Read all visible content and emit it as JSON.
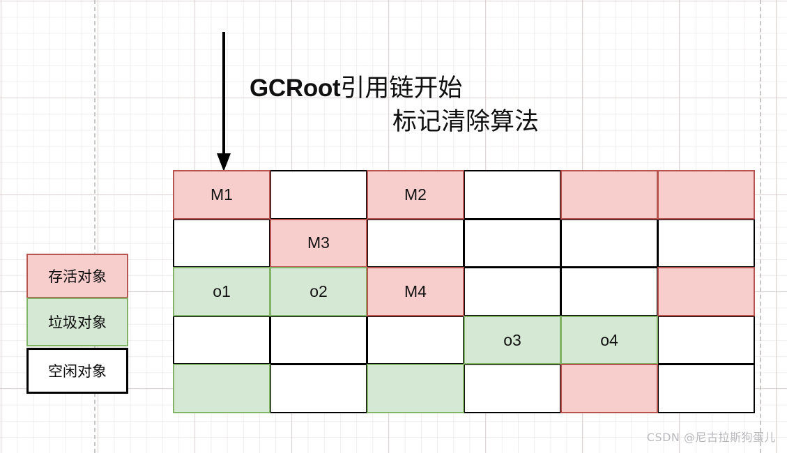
{
  "title": {
    "line1_latin": "GCRoot",
    "line1_han": "引用链开始",
    "line2": "标记清除算法"
  },
  "arrow": {
    "name": "gcroot-entry-arrow",
    "color": "#000000",
    "direction": "down"
  },
  "legend": {
    "items": [
      {
        "label": "存活对象",
        "kind": "live",
        "fill": "#f8cecc",
        "stroke": "#b85450"
      },
      {
        "label": "垃圾对象",
        "kind": "garbage",
        "fill": "#d5e8d4",
        "stroke": "#82b366"
      },
      {
        "label": "空闲对象",
        "kind": "free",
        "fill": "#ffffff",
        "stroke": "#000000"
      }
    ]
  },
  "heap": {
    "columns": 6,
    "rows": 5,
    "cells": [
      {
        "r": 1,
        "c": 1,
        "label": "M1",
        "kind": "live"
      },
      {
        "r": 1,
        "c": 2,
        "label": "",
        "kind": "free"
      },
      {
        "r": 1,
        "c": 3,
        "label": "M2",
        "kind": "live"
      },
      {
        "r": 1,
        "c": 4,
        "label": "",
        "kind": "free"
      },
      {
        "r": 1,
        "c": 5,
        "label": "",
        "kind": "live"
      },
      {
        "r": 1,
        "c": 6,
        "label": "",
        "kind": "live"
      },
      {
        "r": 2,
        "c": 1,
        "label": "",
        "kind": "free"
      },
      {
        "r": 2,
        "c": 2,
        "label": "M3",
        "kind": "live"
      },
      {
        "r": 2,
        "c": 3,
        "label": "",
        "kind": "free"
      },
      {
        "r": 2,
        "c": 4,
        "label": "",
        "kind": "free"
      },
      {
        "r": 2,
        "c": 5,
        "label": "",
        "kind": "free"
      },
      {
        "r": 2,
        "c": 6,
        "label": "",
        "kind": "free"
      },
      {
        "r": 3,
        "c": 1,
        "label": "o1",
        "kind": "garbage"
      },
      {
        "r": 3,
        "c": 2,
        "label": "o2",
        "kind": "garbage"
      },
      {
        "r": 3,
        "c": 3,
        "label": "M4",
        "kind": "live"
      },
      {
        "r": 3,
        "c": 4,
        "label": "",
        "kind": "free"
      },
      {
        "r": 3,
        "c": 5,
        "label": "",
        "kind": "free"
      },
      {
        "r": 3,
        "c": 6,
        "label": "",
        "kind": "live"
      },
      {
        "r": 4,
        "c": 1,
        "label": "",
        "kind": "free"
      },
      {
        "r": 4,
        "c": 2,
        "label": "",
        "kind": "free"
      },
      {
        "r": 4,
        "c": 3,
        "label": "",
        "kind": "free"
      },
      {
        "r": 4,
        "c": 4,
        "label": "o3",
        "kind": "garbage"
      },
      {
        "r": 4,
        "c": 5,
        "label": "o4",
        "kind": "garbage"
      },
      {
        "r": 4,
        "c": 6,
        "label": "",
        "kind": "free"
      },
      {
        "r": 5,
        "c": 1,
        "label": "",
        "kind": "garbage"
      },
      {
        "r": 5,
        "c": 2,
        "label": "",
        "kind": "free"
      },
      {
        "r": 5,
        "c": 3,
        "label": "",
        "kind": "garbage"
      },
      {
        "r": 5,
        "c": 4,
        "label": "",
        "kind": "free"
      },
      {
        "r": 5,
        "c": 5,
        "label": "",
        "kind": "live"
      },
      {
        "r": 5,
        "c": 6,
        "label": "",
        "kind": "free"
      }
    ]
  },
  "watermark": {
    "text": "CSDN @尼古拉斯狗蛋儿"
  },
  "background": {
    "guides_x": [
      135,
      1090
    ]
  }
}
